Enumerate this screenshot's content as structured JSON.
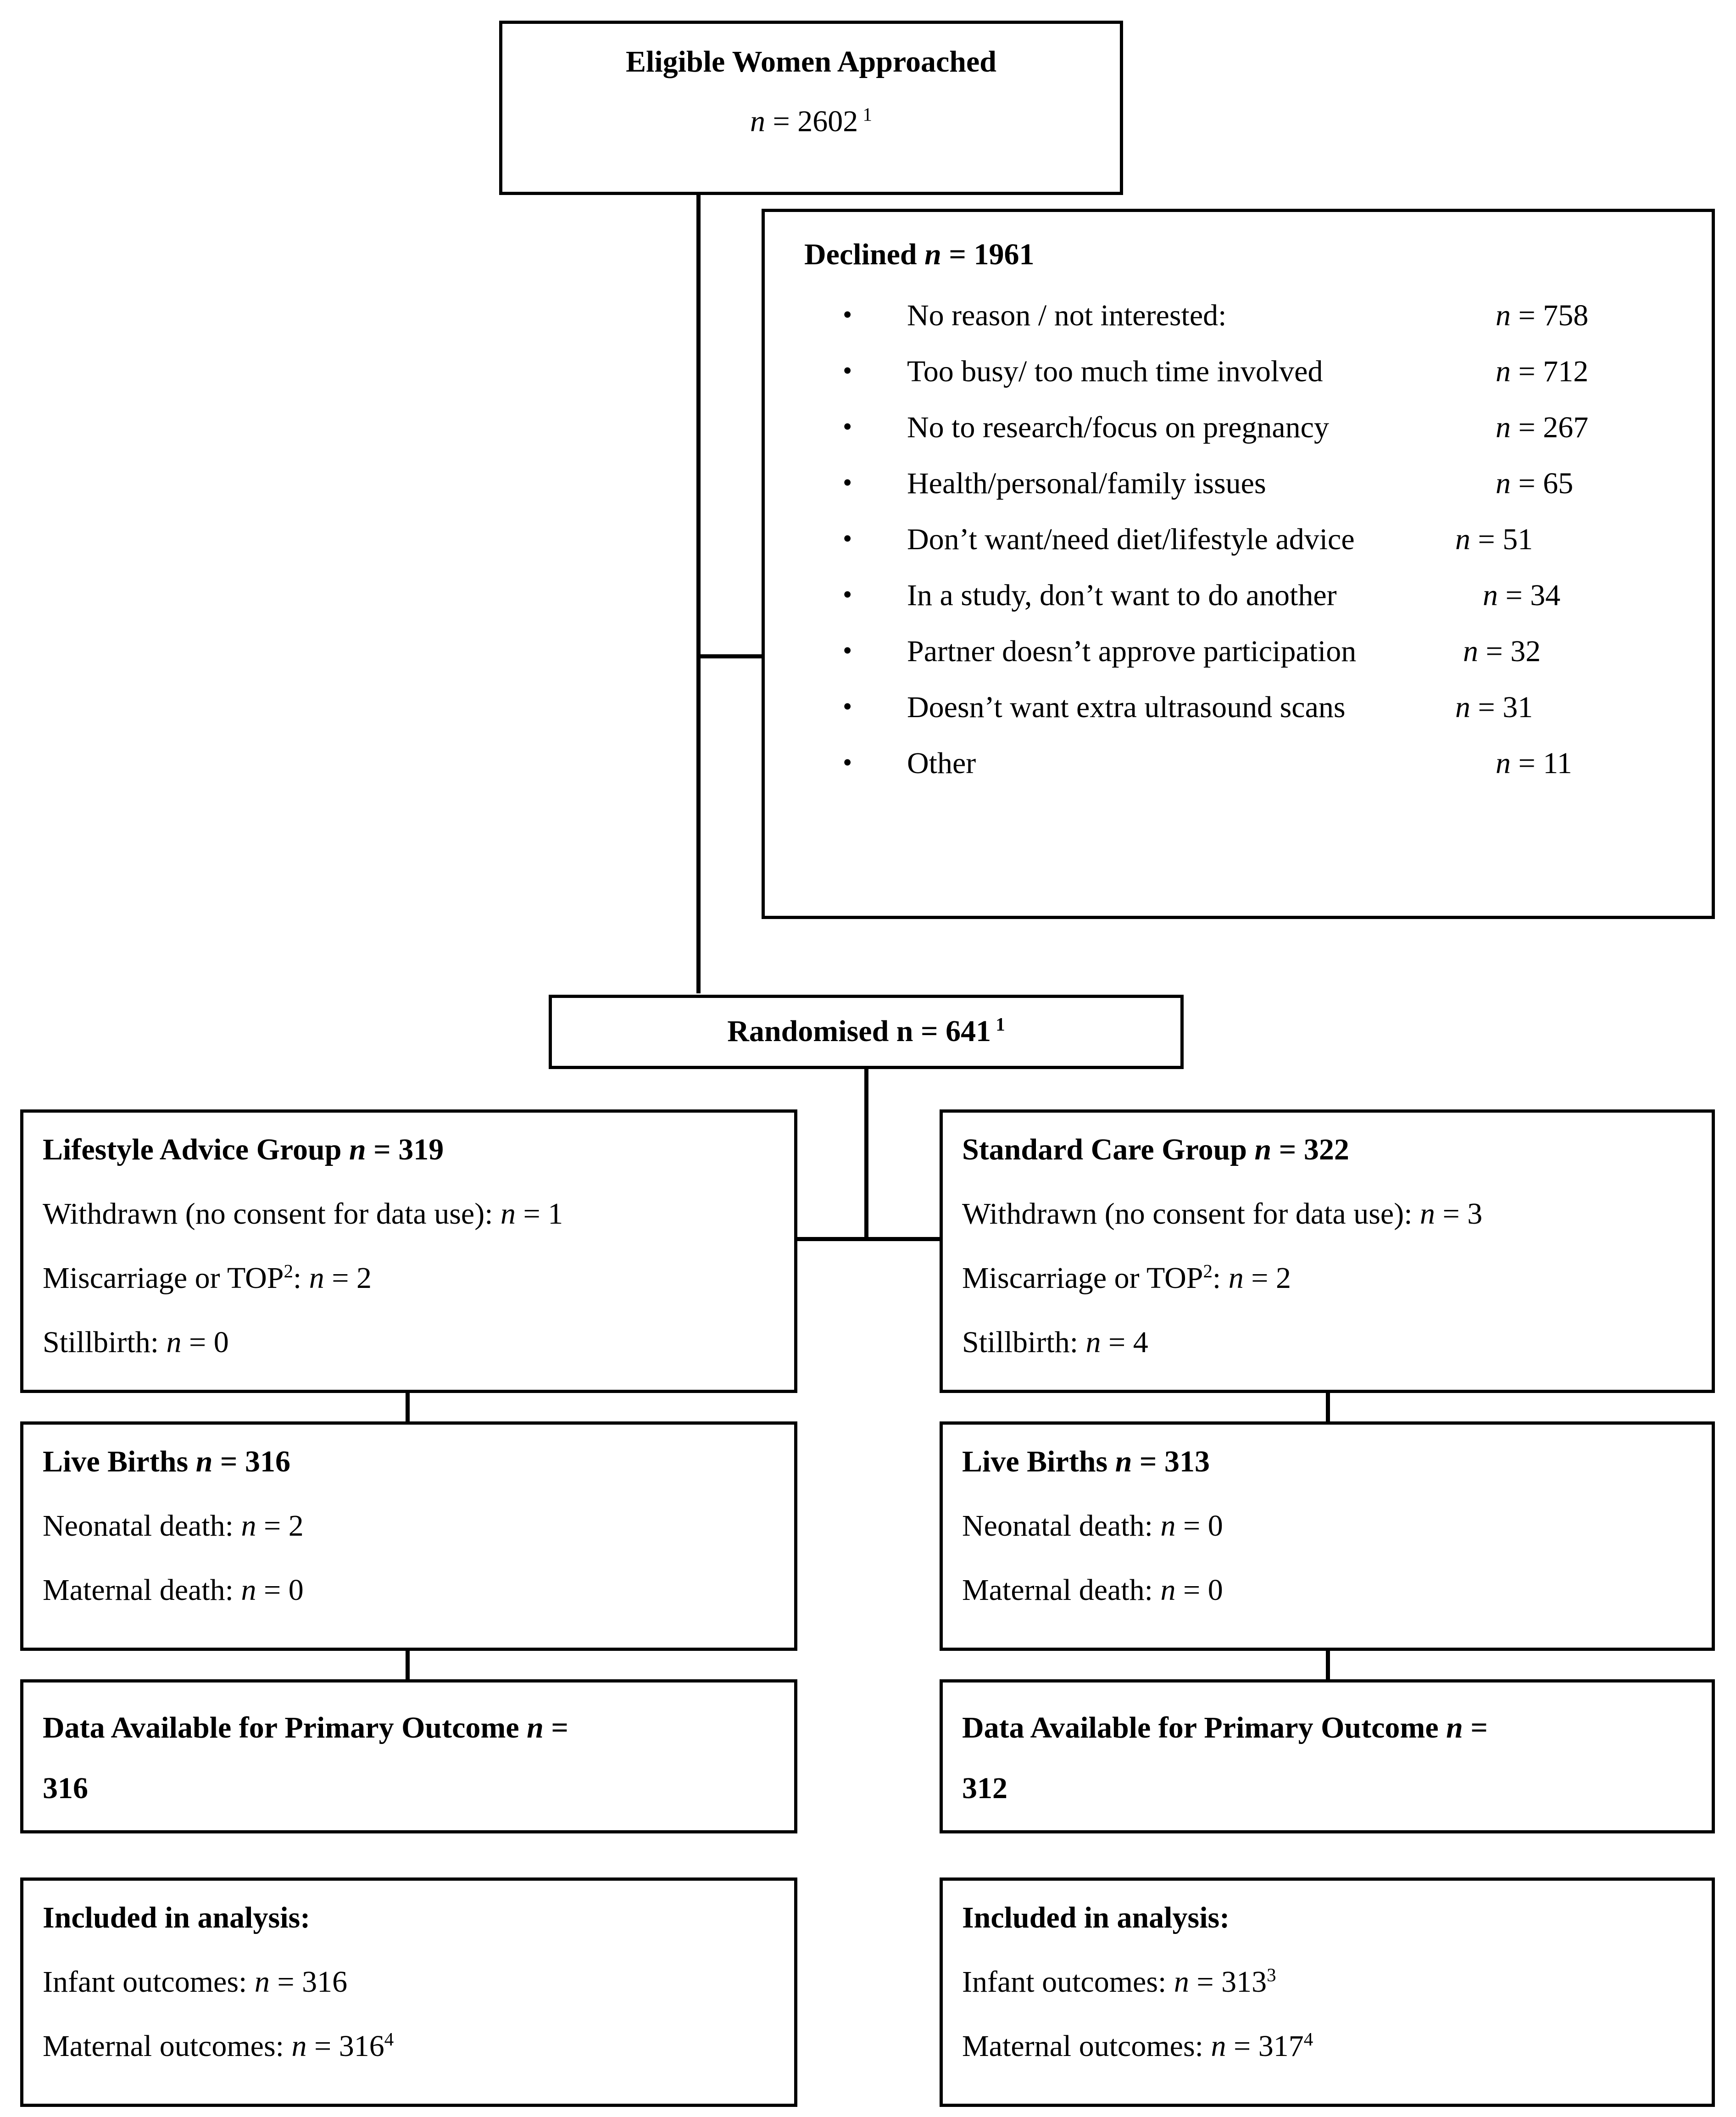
{
  "diagram": {
    "type": "consort-flow-diagram",
    "title": "CONSORT participant flow diagram"
  },
  "eligible": {
    "title": "Eligible Women Approached",
    "n_label": "n",
    "equals": " = ",
    "n_value": "2602",
    "footnote": "1"
  },
  "declined": {
    "heading_prefix": "Declined ",
    "heading_n": "n",
    "heading_equals": " = ",
    "heading_value": "1961",
    "reasons": [
      {
        "label": "No reason / not interested:",
        "n": "n",
        "equals": " = ",
        "value": "758"
      },
      {
        "label": "Too busy/ too much time involved",
        "n": "n",
        "equals": " = ",
        "value": "712"
      },
      {
        "label": "No to research/focus on pregnancy",
        "n": "n",
        "equals": " = ",
        "value": "267"
      },
      {
        "label": "Health/personal/family issues",
        "n": "n",
        "equals": " = ",
        "value": "65"
      },
      {
        "label": "Don’t want/need diet/lifestyle advice",
        "n": "n",
        "equals": " = ",
        "value": "51"
      },
      {
        "label": "In a study, don’t want to do another",
        "n": "n",
        "equals": " = ",
        "value": "34"
      },
      {
        "label": "Partner doesn’t approve participation",
        "n": "n",
        "equals": " = ",
        "value": "32"
      },
      {
        "label": "Doesn’t want extra ultrasound scans",
        "n": "n",
        "equals": " = ",
        "value": "31"
      },
      {
        "label": "Other",
        "n": "n",
        "equals": " = ",
        "value": "11"
      }
    ],
    "bullet_glyph": "•"
  },
  "randomised": {
    "text": "Randomised n = 641",
    "footnote": "1"
  },
  "left_arm": {
    "group": {
      "title_prefix": "Lifestyle Advice Group ",
      "title_n": "n",
      "title_equals": " = ",
      "title_value": "319",
      "rows": [
        {
          "label": "Withdrawn (no consent for data use): ",
          "n": "n",
          "equals": " = ",
          "value": "1"
        },
        {
          "label": "Miscarriage or TOP",
          "sup": "2",
          "label_tail": ": ",
          "n": "n",
          "equals": " = ",
          "value": "2"
        },
        {
          "label": "Stillbirth: ",
          "n": "n",
          "equals": " = ",
          "value": "0"
        }
      ]
    },
    "live_births": {
      "title_prefix": "Live Births ",
      "title_n": "n",
      "title_equals": " = ",
      "title_value": "316",
      "rows": [
        {
          "label": "Neonatal death: ",
          "n": "n",
          "equals": " = ",
          "value": "2"
        },
        {
          "label": "Maternal death: ",
          "n": "n",
          "equals": " = ",
          "value": "0"
        }
      ]
    },
    "primary_outcome": {
      "line1_prefix": "Data Available for Primary Outcome ",
      "line1_n": "n",
      "line1_equals": " =",
      "line2": "316"
    },
    "analysis": {
      "title": "Included in analysis:",
      "rows": [
        {
          "label": "Infant outcomes: ",
          "n": "n",
          "equals": " = ",
          "value": "316",
          "sup": ""
        },
        {
          "label": "Maternal outcomes: ",
          "n": "n",
          "equals": " = ",
          "value": "316",
          "sup": "4"
        }
      ]
    }
  },
  "right_arm": {
    "group": {
      "title_prefix": "Standard Care Group ",
      "title_n": "n",
      "title_equals": " = ",
      "title_value": "322",
      "rows": [
        {
          "label": "Withdrawn (no consent for data use): ",
          "n": "n",
          "equals": " = ",
          "value": "3"
        },
        {
          "label": "Miscarriage or TOP",
          "sup": "2",
          "label_tail": ": ",
          "n": "n",
          "equals": " = ",
          "value": "2"
        },
        {
          "label": "Stillbirth: ",
          "n": "n",
          "equals": " = ",
          "value": "4"
        }
      ]
    },
    "live_births": {
      "title_prefix": "Live Births ",
      "title_n": "n",
      "title_equals": " = ",
      "title_value": "313",
      "rows": [
        {
          "label": "Neonatal death: ",
          "n": "n",
          "equals": " = ",
          "value": "0"
        },
        {
          "label": "Maternal death: ",
          "n": "n",
          "equals": " = ",
          "value": "0"
        }
      ]
    },
    "primary_outcome": {
      "line1_prefix": "Data Available for Primary Outcome ",
      "line1_n": "n",
      "line1_equals": " =",
      "line2": "312"
    },
    "analysis": {
      "title": "Included in analysis:",
      "rows": [
        {
          "label": "Infant outcomes: ",
          "n": "n",
          "equals": " = ",
          "value": "313",
          "sup": "3"
        },
        {
          "label": "Maternal outcomes: ",
          "n": "n",
          "equals": " = ",
          "value": "317",
          "sup": "4"
        }
      ]
    }
  },
  "colors": {
    "stroke": "#000000",
    "background": "#ffffff",
    "text": "#000000"
  }
}
